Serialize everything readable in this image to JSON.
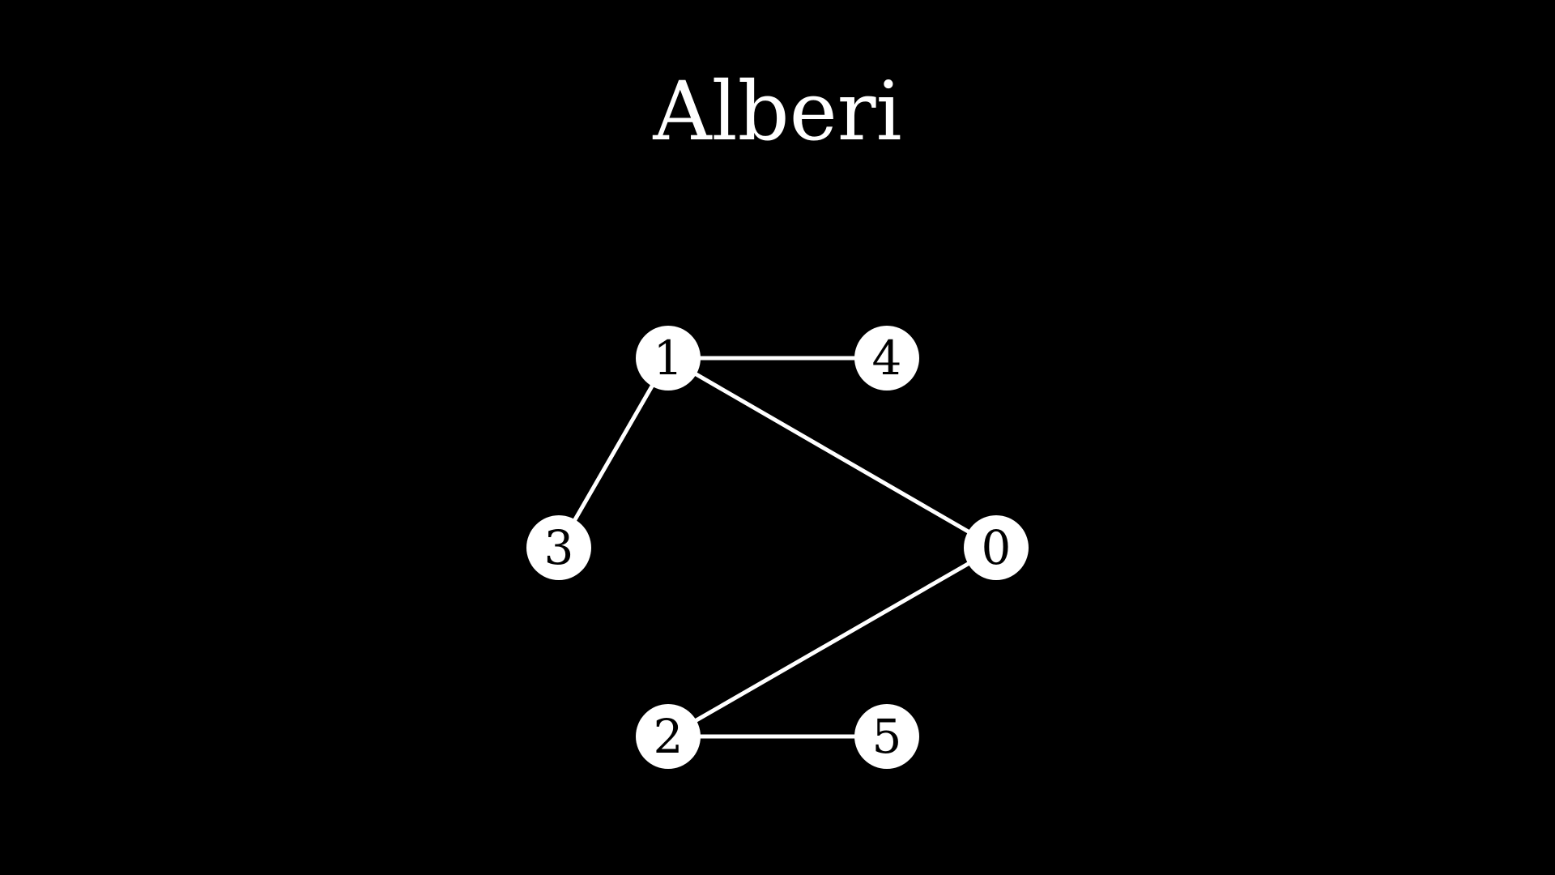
{
  "title": "Alberi",
  "colors": {
    "background": "#000000",
    "foreground": "#ffffff",
    "label": "#000000"
  },
  "graph": {
    "nodes": [
      {
        "id": "0",
        "label": "0"
      },
      {
        "id": "1",
        "label": "1"
      },
      {
        "id": "2",
        "label": "2"
      },
      {
        "id": "3",
        "label": "3"
      },
      {
        "id": "4",
        "label": "4"
      },
      {
        "id": "5",
        "label": "5"
      }
    ],
    "edges": [
      {
        "from": "1",
        "to": "4"
      },
      {
        "from": "1",
        "to": "3"
      },
      {
        "from": "1",
        "to": "0"
      },
      {
        "from": "0",
        "to": "2"
      },
      {
        "from": "2",
        "to": "5"
      }
    ]
  }
}
